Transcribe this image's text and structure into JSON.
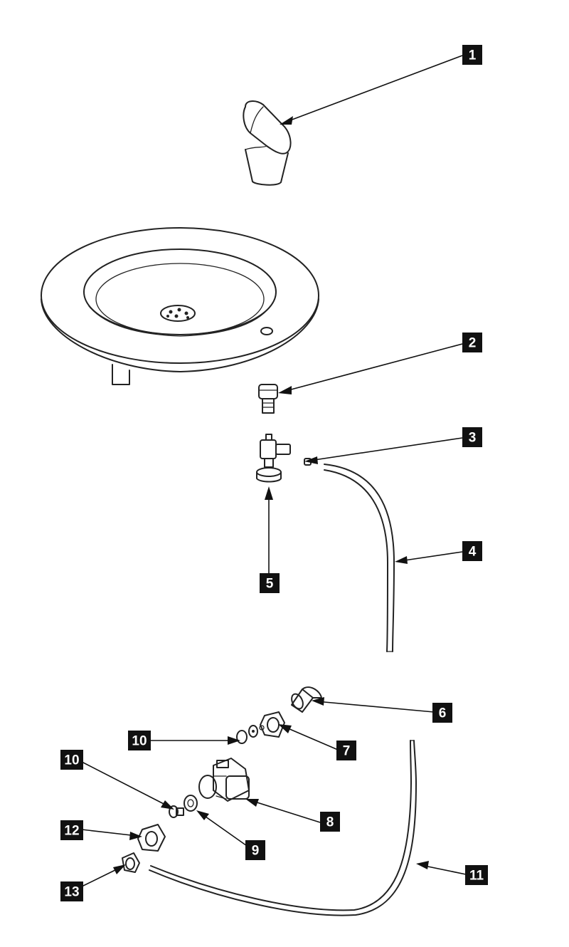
{
  "callouts": [
    {
      "id": "c1",
      "label": "1"
    },
    {
      "id": "c2",
      "label": "2"
    },
    {
      "id": "c3",
      "label": "3"
    },
    {
      "id": "c4",
      "label": "4"
    },
    {
      "id": "c5",
      "label": "5"
    },
    {
      "id": "c6",
      "label": "6"
    },
    {
      "id": "c7",
      "label": "7"
    },
    {
      "id": "c8",
      "label": "8"
    },
    {
      "id": "c9",
      "label": "9"
    },
    {
      "id": "c10a",
      "label": "10"
    },
    {
      "id": "c10b",
      "label": "10"
    },
    {
      "id": "c11",
      "label": "11"
    },
    {
      "id": "c12",
      "label": "12"
    },
    {
      "id": "c13",
      "label": "13"
    }
  ]
}
